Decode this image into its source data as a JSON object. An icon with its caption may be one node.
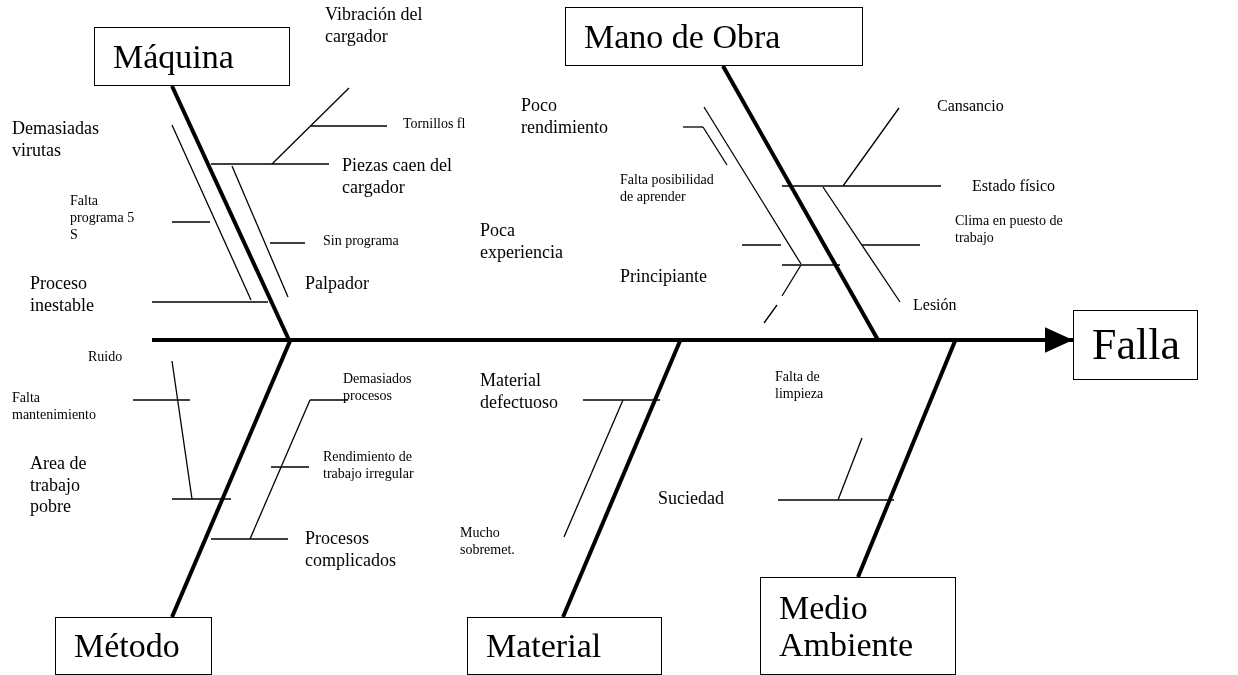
{
  "diagram": {
    "nodes": [
      {
        "text": [
          "Máquina"
        ]
      },
      {
        "text": [
          "Mano de Obra"
        ]
      },
      {
        "text": [
          "Falla"
        ]
      },
      {
        "text": [
          "Método"
        ]
      },
      {
        "text": [
          "Material"
        ]
      },
      {
        "text": [
          "Medio Ambiente"
        ]
      }
    ],
    "edges": [
      {
        "from": null,
        "to": 2,
        "arrow": "to"
      },
      {
        "from": 0,
        "to": null,
        "arrow": "none"
      },
      {
        "from": 1,
        "to": null,
        "arrow": "none"
      },
      {
        "from": 3,
        "to": null,
        "arrow": "none"
      },
      {
        "from": 4,
        "to": null,
        "arrow": "none"
      },
      {
        "from": 5,
        "to": null,
        "arrow": "none"
      }
    ],
    "labels": [
      "Vibración del cargador",
      "Tornillos fl",
      "Piezas caen del cargador",
      "Sin programa",
      "Palpador",
      "Demasiadas virutas",
      "Falta programa 5 S",
      "Proceso inestable",
      "Poco rendimiento",
      "Falta posibilidad de aprender",
      "Poca experiencia",
      "Principiante",
      "Cansancio",
      "Estado físico",
      "Clima en puesto de trabajo",
      "Lesión",
      "Ruido",
      "Falta mantenimiento",
      "Area de trabajo pobre",
      "Demasiados procesos",
      "Rendimiento de trabajo irregular",
      "Procesos complicados",
      "Material defectuoso",
      "Mucho sobremet.",
      "Falta de limpieza",
      "Suciedad"
    ]
  }
}
